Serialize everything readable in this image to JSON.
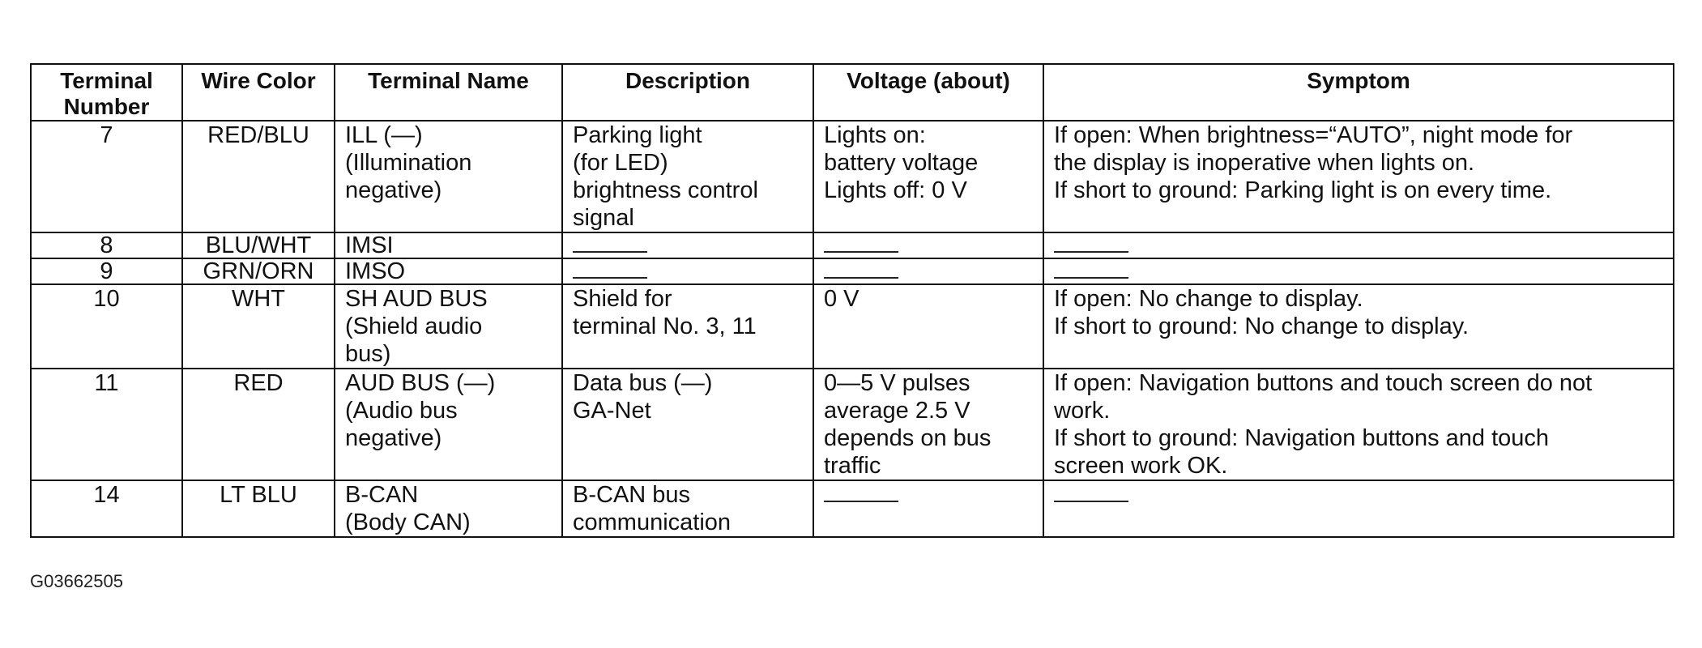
{
  "table": {
    "headers": [
      "Terminal Number",
      "Wire Color",
      "Terminal Name",
      "Description",
      "Voltage (about)",
      "Symptom"
    ],
    "rows": [
      {
        "terminal": "7",
        "wire_color": "RED/BLU",
        "name": [
          "ILL (—)",
          "(Illumination",
          "negative)"
        ],
        "description": [
          "Parking light",
          "(for LED)",
          "brightness control",
          "signal"
        ],
        "voltage": [
          "Lights on:",
          "battery voltage",
          "Lights off: 0 V"
        ],
        "symptom": [
          "If open: When brightness=“AUTO”, night mode for",
          "the display is inoperative when lights on.",
          "If short to ground: Parking light is on every time."
        ]
      },
      {
        "terminal": "8",
        "wire_color": "BLU/WHT",
        "name": [
          "IMSI"
        ],
        "description": [],
        "voltage": [],
        "symptom": []
      },
      {
        "terminal": "9",
        "wire_color": "GRN/ORN",
        "name": [
          "IMSO"
        ],
        "description": [],
        "voltage": [],
        "symptom": []
      },
      {
        "terminal": "10",
        "wire_color": "WHT",
        "name": [
          "SH AUD BUS",
          "(Shield audio",
          "bus)"
        ],
        "description": [
          "Shield for",
          "terminal No. 3, 11"
        ],
        "voltage": [
          "0 V"
        ],
        "symptom": [
          "If open: No change to display.",
          "If short to ground: No change to display."
        ]
      },
      {
        "terminal": "11",
        "wire_color": "RED",
        "name": [
          "AUD BUS (—)",
          "(Audio bus",
          "negative)"
        ],
        "description": [
          "Data bus (—)",
          "GA-Net"
        ],
        "voltage": [
          "0—5 V pulses",
          "average 2.5 V",
          "depends on bus",
          "traffic"
        ],
        "symptom": [
          "If open: Navigation buttons and touch screen do not",
          "work.",
          "If short to ground: Navigation buttons and touch",
          "screen work OK."
        ]
      },
      {
        "terminal": "14",
        "wire_color": "LT BLU",
        "name": [
          "B-CAN",
          "(Body CAN)"
        ],
        "description": [
          "B-CAN bus",
          "communication"
        ],
        "voltage": [],
        "symptom": []
      }
    ]
  },
  "caption": "G03662505"
}
